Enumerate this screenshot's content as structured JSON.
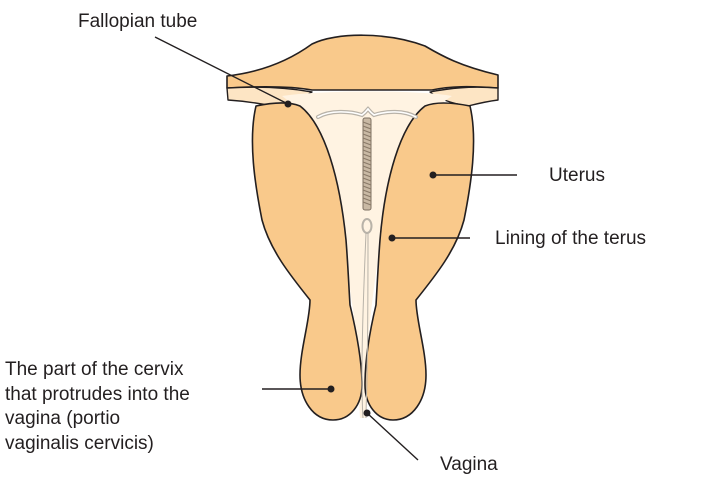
{
  "labels": {
    "fallopian_tube": "Fallopian tube",
    "uterus": "Uterus",
    "lining": "Lining of the terus",
    "cervix_part": "The part of the cervix\nthat protrudes into the\nvagina (portio\nvaginalis cervicis)",
    "vagina": "Vagina"
  },
  "colors": {
    "tissue": "#f9c98b",
    "lining_fill": "#fde5c4",
    "cavity": "#fff3e2",
    "outline": "#231f20",
    "device": "#b8b2a8",
    "label_text": "#231f20"
  },
  "icons": {
    "device": "iud-device-icon"
  }
}
